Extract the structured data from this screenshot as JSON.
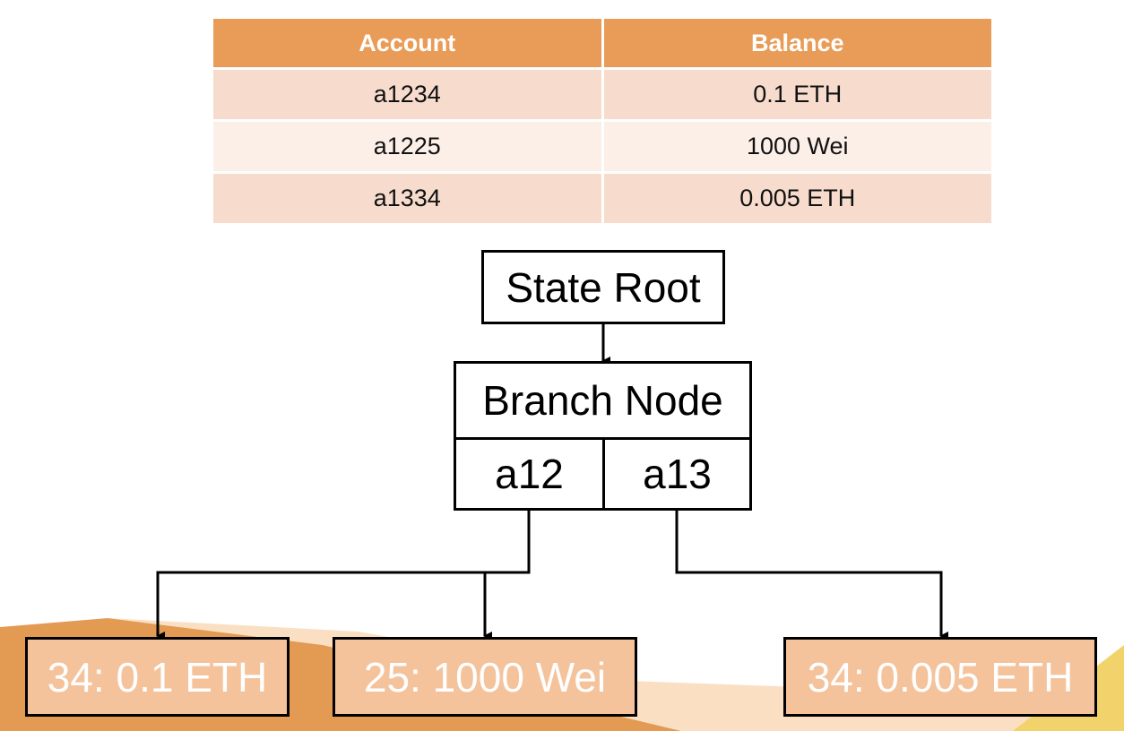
{
  "table": {
    "headers": [
      "Account",
      "Balance"
    ],
    "rows": [
      [
        "a1234",
        "0.1 ETH"
      ],
      [
        "a1225",
        "1000 Wei"
      ],
      [
        "a1334",
        "0.005 ETH"
      ]
    ]
  },
  "tree": {
    "root": "State Root",
    "branch": "Branch Node",
    "branch_keys": [
      "a12",
      "a13"
    ],
    "leaves": [
      "34: 0.1 ETH",
      "25: 1000 Wei",
      "34: 0.005 ETH"
    ]
  },
  "colors": {
    "header_bg": "#e99c57",
    "row_odd": "#f7dccd",
    "row_even": "#fcefe8",
    "leaf_bg": "#f4c39c",
    "band_orange": "#e39a52",
    "band_yellow": "#f2d36b"
  }
}
